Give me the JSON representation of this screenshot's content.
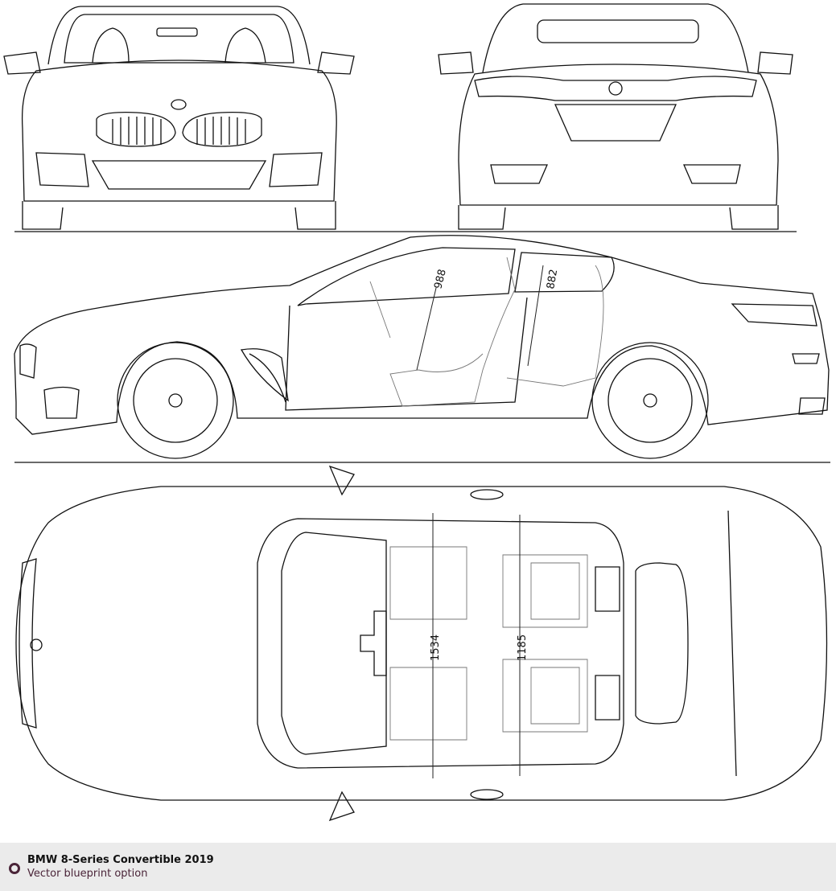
{
  "blueprint": {
    "views": [
      "front",
      "rear",
      "side",
      "top"
    ],
    "dimensions": {
      "side_front_headroom": "988",
      "side_rear_headroom": "882",
      "top_front_width": "1534",
      "top_rear_width": "1185"
    }
  },
  "footer": {
    "title": "BMW 8-Series Convertible 2019",
    "subtitle": "Vector blueprint option",
    "accent_color": "#4a2438",
    "background": "#ebebeb"
  }
}
